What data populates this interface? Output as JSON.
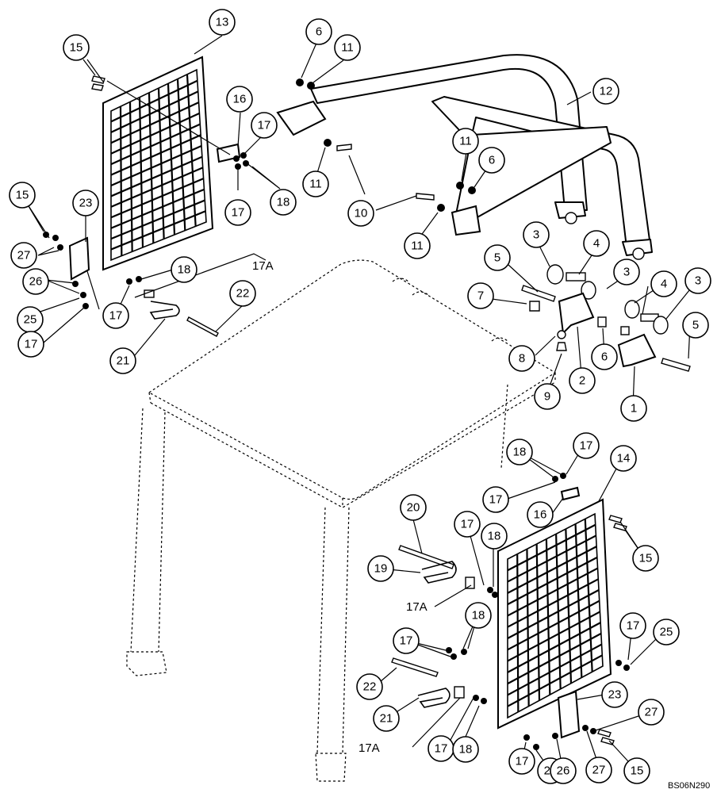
{
  "callouts": {
    "c13": "13",
    "c15a": "15",
    "c6a": "6",
    "c11a": "11",
    "c12": "12",
    "c16a": "16",
    "c17a": "17",
    "c17b": "17",
    "c18a": "18",
    "c11b": "11",
    "c11c": "11",
    "c6b": "6",
    "c10": "10",
    "c11d": "11",
    "c15b": "15",
    "c23a": "23",
    "c27a": "27",
    "c26a": "26",
    "c18b": "18",
    "c22a": "22",
    "c25a": "25",
    "c17c": "17",
    "c17d": "17",
    "c21a": "21",
    "c3a": "3",
    "c4a": "4",
    "c5a": "5",
    "c3b": "3",
    "c4b": "4",
    "c3c": "3",
    "c7": "7",
    "c8": "8",
    "c6c": "6",
    "c2": "2",
    "c9": "9",
    "c5b": "5",
    "c1": "1",
    "c18c": "18",
    "c17e": "17",
    "c14": "14",
    "c17f": "17",
    "c16b": "16",
    "c20": "20",
    "c17g": "17",
    "c18d": "18",
    "c15c": "15",
    "c19": "19",
    "c18e": "18",
    "c17h": "17",
    "c17i": "17",
    "c25b": "25",
    "c22b": "22",
    "c21b": "21",
    "c23b": "23",
    "c27b": "27",
    "c17j": "17",
    "c18f": "18",
    "c17k": "17",
    "c25c": "25",
    "c26b": "26",
    "c27c": "27",
    "c15d": "15"
  },
  "labels": {
    "l17A_top": "17A",
    "l17A_mid": "17A",
    "l17A_bottom": "17A"
  },
  "drawing_code": "BS06N290"
}
